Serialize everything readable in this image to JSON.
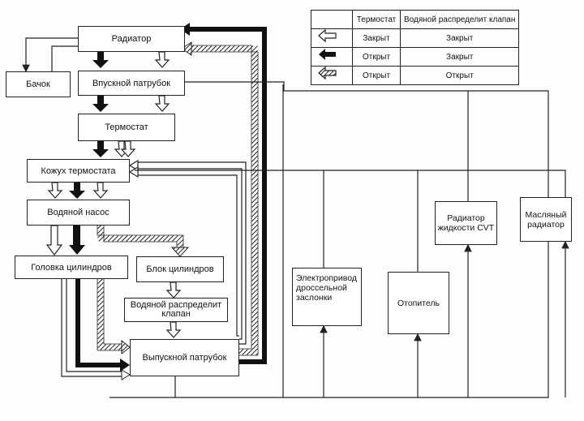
{
  "boxes": {
    "radiator": "Радиатор",
    "tank": "Бачок",
    "inlet_pipe": "Впускной патрубок",
    "thermostat": "Термостат",
    "thermostat_housing": "Кожух термостата",
    "water_pump": "Водяной насос",
    "cylinder_head": "Головка цилиндров",
    "cylinder_block": "Блок цилиндров",
    "water_valve": "Водяной распределит клапан",
    "outlet_pipe": "Выпускной патрубок",
    "throttle_actuator": "Электропривод дроссельной заслонки",
    "heater": "Отопитель",
    "cvt_radiator": "Радиатор жидкости CVT",
    "oil_radiator": "Масляный радиатор"
  },
  "legend": {
    "header": {
      "symbol": "",
      "thermostat": "Термостат",
      "valve": "Водяной распределит клапан"
    },
    "rows": [
      {
        "icon": "hollow-arrow-icon",
        "thermostat": "Закрыт",
        "valve": "Закрыт"
      },
      {
        "icon": "solid-arrow-icon",
        "thermostat": "Открыт",
        "valve": "Закрыт"
      },
      {
        "icon": "hatched-arrow-icon",
        "thermostat": "Открыт",
        "valve": "Открыт"
      }
    ]
  },
  "colors": {
    "line": "#222222",
    "background": "#ffffff"
  }
}
